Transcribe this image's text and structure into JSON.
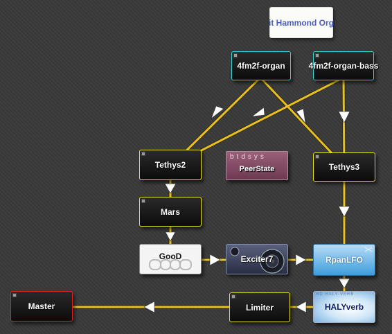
{
  "nodes": {
    "hammond": {
      "label": "it Hammond Org"
    },
    "organ": {
      "label": "4fm2f-organ"
    },
    "organ_bass": {
      "label": "4fm2f-organ-bass"
    },
    "tethys2": {
      "label": "Tethys2"
    },
    "peerstate": {
      "label": "PeerState",
      "banner": "btdsys"
    },
    "tethys3": {
      "label": "Tethys3"
    },
    "mars": {
      "label": "Mars"
    },
    "good": {
      "label": "GooD"
    },
    "exciter": {
      "label": "Exciter7"
    },
    "rpanlfo": {
      "label": "RpanLFO"
    },
    "master": {
      "label": "Master"
    },
    "limiter": {
      "label": "Limiter"
    },
    "halyverb": {
      "label": "HALYverb",
      "banner": "HD HALY-VERB"
    }
  },
  "colors": {
    "wire": "#e8c020",
    "border_generator": "#36d6d6",
    "border_effect": "#e8e020",
    "border_master": "#e02020"
  }
}
